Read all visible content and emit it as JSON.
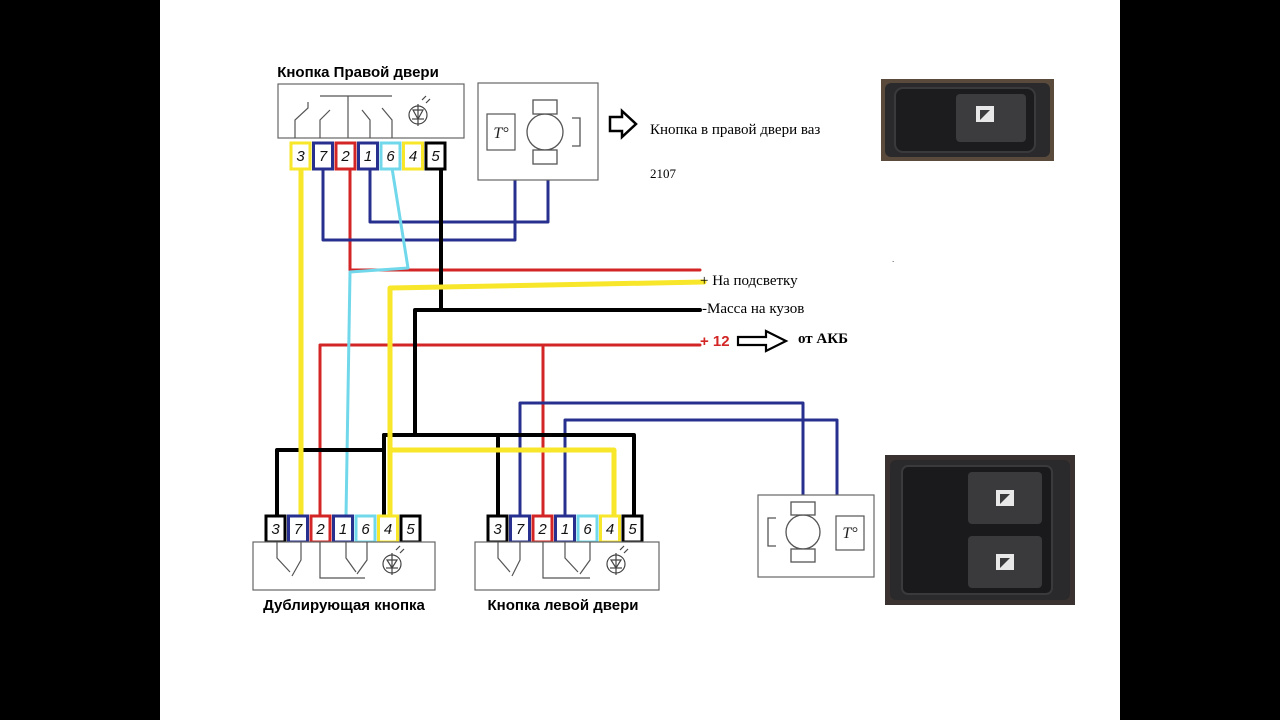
{
  "colors": {
    "yellow": "#f7e62a",
    "blue": "#28308f",
    "light_blue": "#70d8ea",
    "red": "#d32525",
    "black": "#000000"
  },
  "labels": {
    "right_door_button": "Кнопка Правой двери",
    "duplicate_button": "Дублирующая кнопка",
    "left_door_button": "Кнопка левой двери",
    "right_door_note_line1": "Кнопка в правой двери ваз",
    "right_door_note_line2": "2107",
    "backlight": "+ На подсветку",
    "ground": "-Масса на кузов",
    "plus12": "+ 12",
    "from_battery": "от АКБ",
    "motor_temp": "T°"
  },
  "connectors": {
    "right_door": [
      "3",
      "7",
      "2",
      "1",
      "6",
      "4",
      "5"
    ],
    "duplicate": [
      "3",
      "7",
      "2",
      "1",
      "6",
      "4",
      "5"
    ],
    "left_door": [
      "3",
      "7",
      "2",
      "1",
      "6",
      "4",
      "5"
    ]
  },
  "icons": [
    "window-switch-single-photo",
    "window-switch-double-photo",
    "motor-icon",
    "diode-led-icon",
    "arrow-right-icon"
  ]
}
